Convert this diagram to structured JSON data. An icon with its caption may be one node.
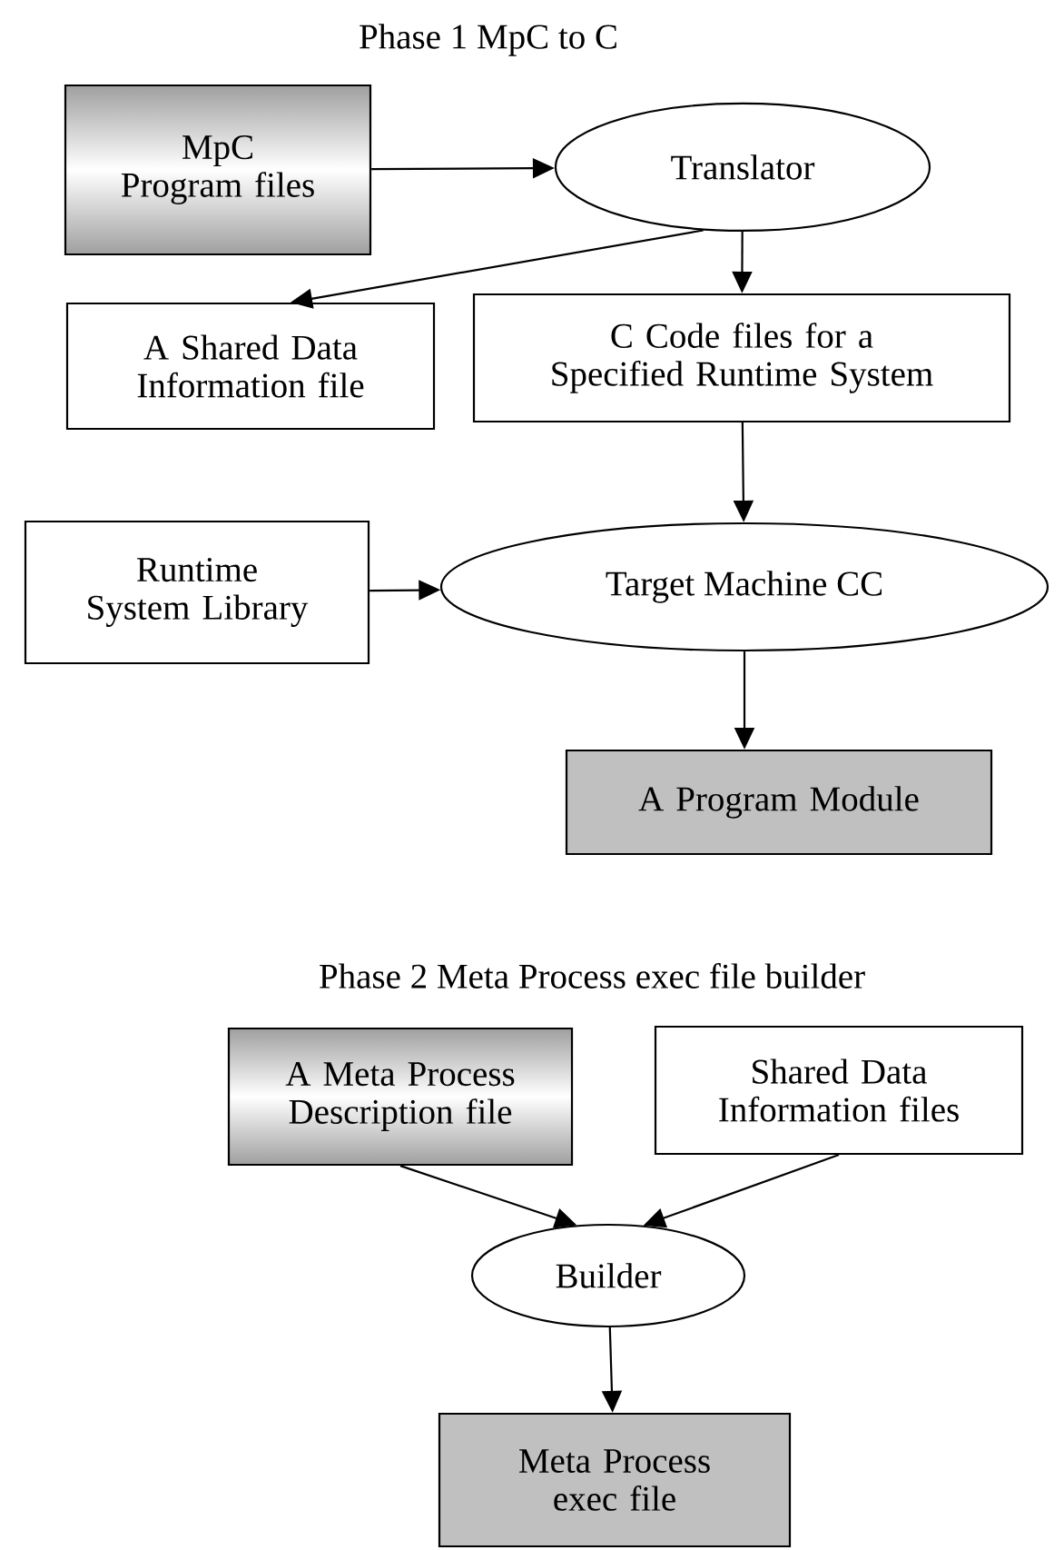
{
  "diagram": {
    "nodes": [
      {
        "text": [
          "MpC Program files"
        ]
      },
      {
        "text": [
          "Translator"
        ]
      },
      {
        "text": [
          "A Shared Data Information file"
        ]
      },
      {
        "text": [
          "C Code files for a Specified Runtime System"
        ]
      },
      {
        "text": [
          "Runtime System Library"
        ]
      },
      {
        "text": [
          "Target Machine CC"
        ]
      },
      {
        "text": [
          "A Program Module"
        ]
      },
      {
        "text": [
          "A Meta Process Description file"
        ]
      },
      {
        "text": [
          "Shared Data Information files"
        ]
      },
      {
        "text": [
          "Builder"
        ]
      },
      {
        "text": [
          "Meta Process exec file"
        ]
      }
    ],
    "edges": [
      {
        "from": 0,
        "to": 1,
        "arrow": "to"
      },
      {
        "from": 1,
        "to": 2,
        "arrow": "to"
      },
      {
        "from": 1,
        "to": 3,
        "arrow": "to"
      },
      {
        "from": 3,
        "to": 5,
        "arrow": "to"
      },
      {
        "from": 4,
        "to": 5,
        "arrow": "to"
      },
      {
        "from": 5,
        "to": 6,
        "arrow": "to"
      },
      {
        "from": 7,
        "to": 9,
        "arrow": "to"
      },
      {
        "from": 8,
        "to": 9,
        "arrow": "to"
      },
      {
        "from": 9,
        "to": 10,
        "arrow": "to"
      }
    ],
    "labels": [
      "Phase 1  MpC to C",
      "Phase 2  Meta Process exec file builder"
    ]
  }
}
